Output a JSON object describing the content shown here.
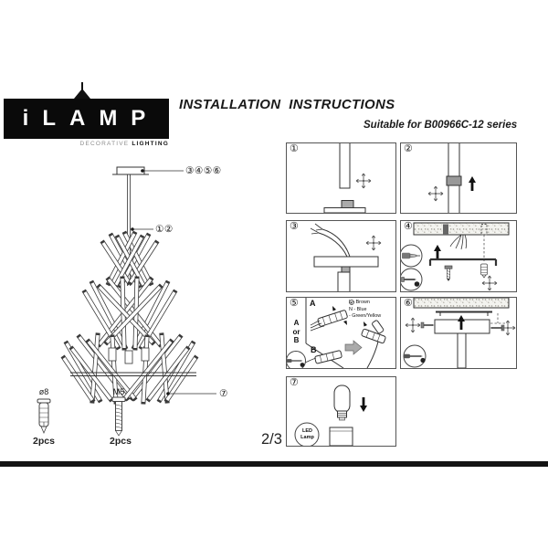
{
  "header": {
    "title": "INSTALLATION  INSTRUCTIONS",
    "subtitle": "Suitable for B00966C-12 series"
  },
  "logo": {
    "brand": "iLAMP",
    "tagline_light": "DECORATIVE",
    "tagline_bold": "LIGHTING"
  },
  "overview": {
    "callout_canopy": "③④⑤⑥",
    "callout_rod": "①②",
    "callout_lamp": "⑦"
  },
  "hardware": {
    "anchor_label": "ø8",
    "anchor_qty": "2pcs",
    "screw_label": "M5",
    "screw_qty": "2pcs"
  },
  "steps": {
    "s1": "①",
    "s2": "②",
    "s3": "③",
    "s4": "④",
    "s5": "⑤",
    "s6": "⑥",
    "s7": "⑦"
  },
  "wiring": {
    "label_a": "A",
    "label_b": "B",
    "side": [
      "A",
      "or",
      "B"
    ],
    "legend_l": "L - Brown",
    "legend_n": "N - Blue",
    "legend_g": "- Green/Yellow"
  },
  "lamp_inset": [
    "LED",
    "Lamp"
  ],
  "footer": {
    "page": "2/3"
  }
}
